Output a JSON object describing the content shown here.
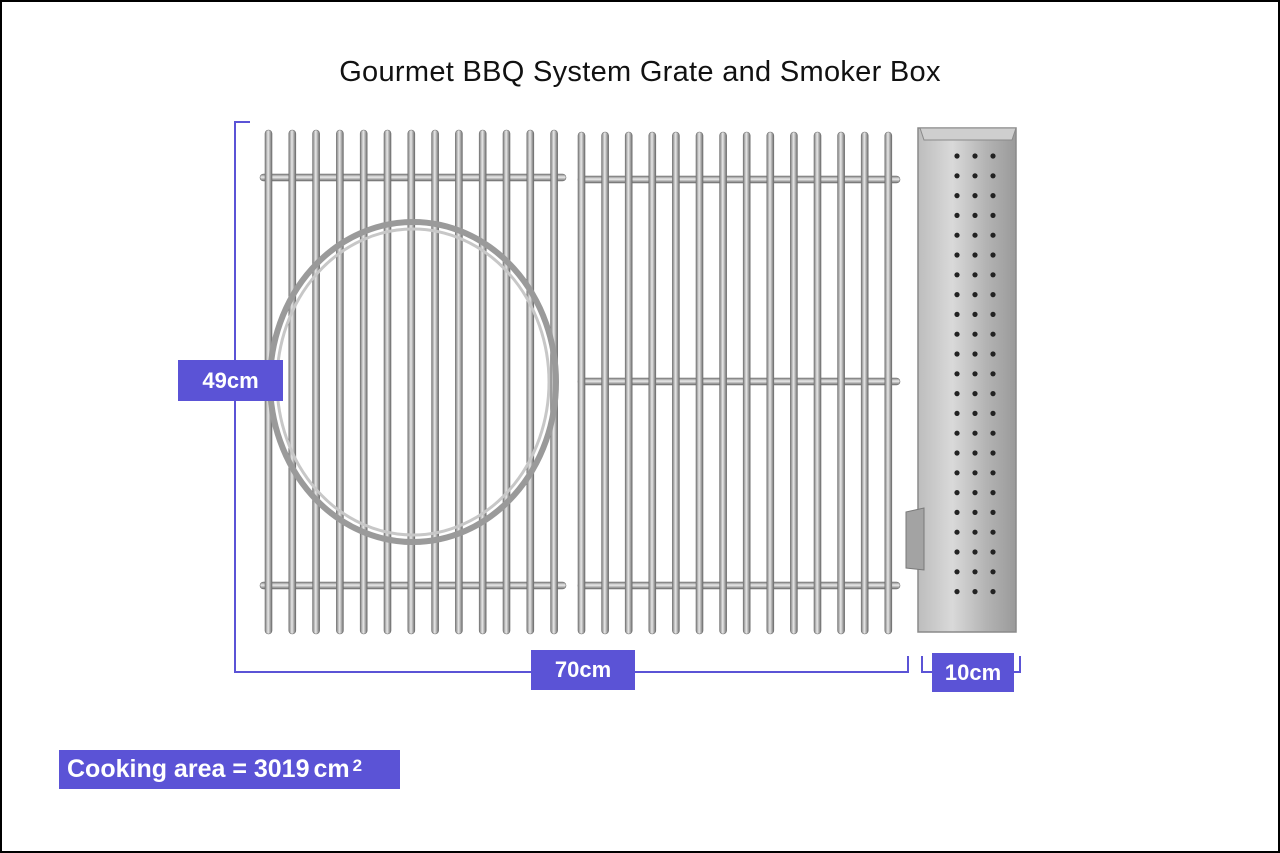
{
  "title": "Gourmet BBQ System Grate and Smoker Box",
  "dimensions": {
    "height_label": "49cm",
    "width_label": "70cm",
    "smoker_width_label": "10cm"
  },
  "cooking_area": {
    "prefix": "Cooking area = ",
    "value": "3019",
    "unit": "cm",
    "exponent": "2"
  },
  "colors": {
    "accent": "#5b53d6",
    "steel": "#a9a9a9"
  },
  "icons": [
    "grate-image",
    "smoker-box-image"
  ]
}
